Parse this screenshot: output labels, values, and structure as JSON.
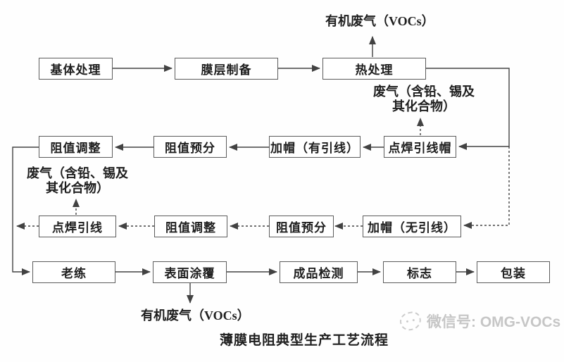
{
  "diagram": {
    "title": "薄膜电阻典型生产工艺流程",
    "nodes": {
      "substrate_treatment": "基体处理",
      "film_preparation": "膜层制备",
      "heat_treatment": "热处理",
      "resistance_adjust_leaded": "阻值调整",
      "resistance_presort_leaded": "阻值预分",
      "capping_leaded": "加帽（有引线）",
      "spot_weld_lead_cap": "点焊引线帽",
      "spot_weld_lead": "点焊引线",
      "resistance_adjust_leadless": "阻值调整",
      "resistance_presort_leadless": "阻值预分",
      "capping_leadless": "加帽（无引线）",
      "aging": "老练",
      "surface_coating": "表面涂覆",
      "final_inspection": "成品检测",
      "marking": "标志",
      "packaging": "包装"
    },
    "emissions": {
      "voc_top": "有机废气（VOCs）",
      "voc_bottom": "有机废气（VOCs）",
      "waste_gas_line1": "废气（含铅、锡及",
      "waste_gas_line2": "其化合物）"
    },
    "watermark": {
      "icon": "wechat-sketch-icon",
      "text": "微信号: OMG-VOCs"
    },
    "colors": {
      "line": "#424242",
      "box_border": "#5c5c5c",
      "text": "#1e1e1e",
      "watermark": "#c6c6c6",
      "background": "#fefefe"
    }
  }
}
